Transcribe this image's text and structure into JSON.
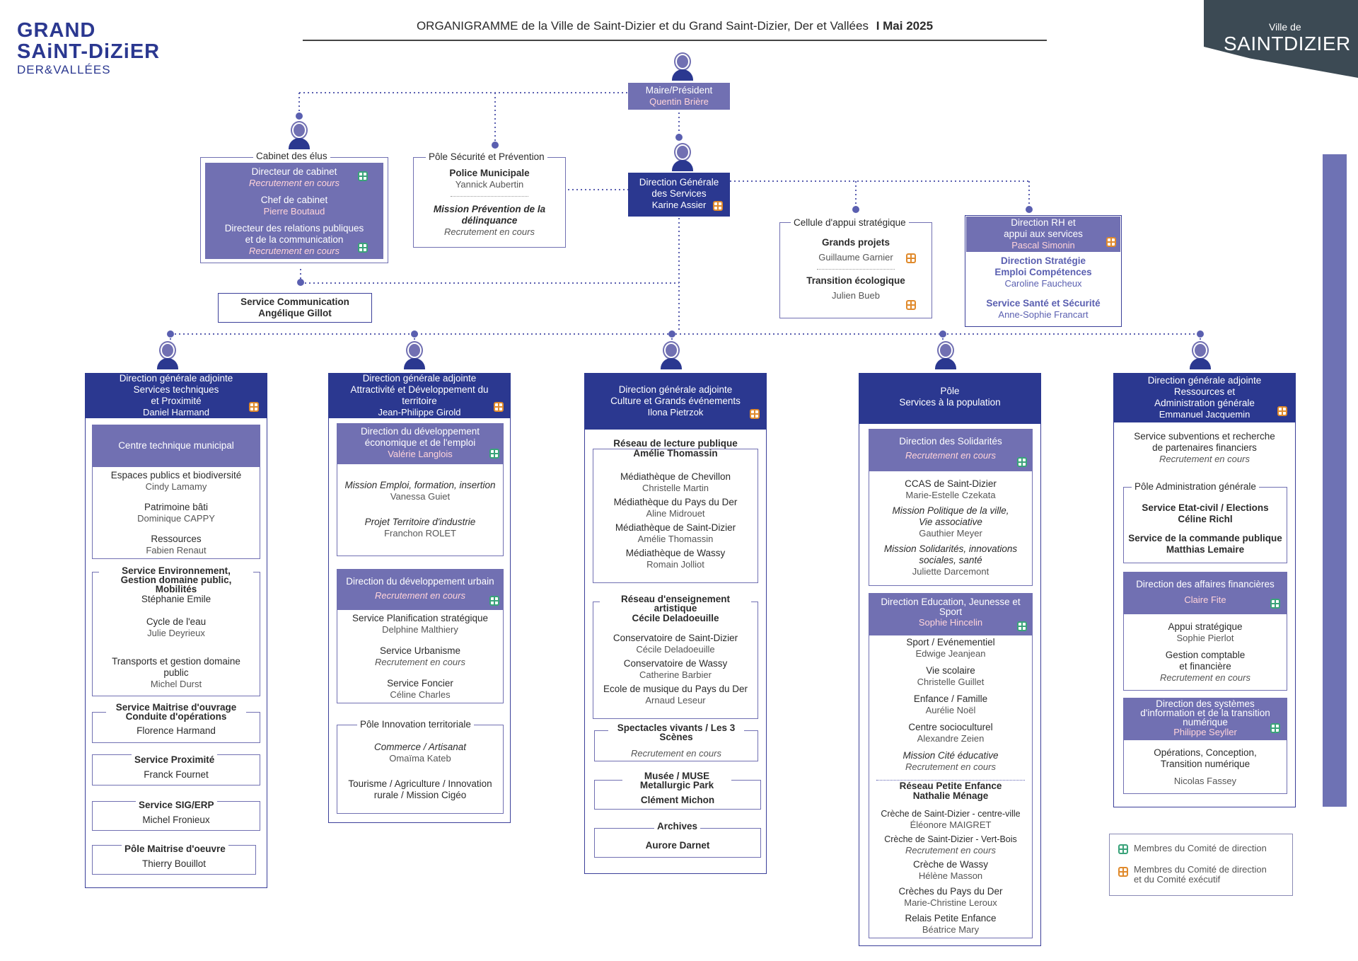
{
  "header": {
    "logo_left": {
      "line1": "GRAND",
      "line2": "SAiNT-DiZiER",
      "line3": "DER&VALLÉES"
    },
    "title": "ORGANIGRAMME de la Ville de Saint-Dizier et du Grand Saint-Dizier, Der et Vallées",
    "date": "I Mai 2025",
    "logo_right": {
      "small": "Ville de",
      "big": "SAINTDIZIER"
    }
  },
  "top": {
    "maire": {
      "role": "Maire/Président",
      "name": "Quentin Brière"
    },
    "dgs": {
      "role1": "Direction Générale",
      "role2": "des Services",
      "name": "Karine Assier"
    }
  },
  "cabinet": {
    "title": "Cabinet des élus",
    "items": [
      {
        "role": "Directeur de cabinet",
        "name": "Recrutement en cours"
      },
      {
        "role": "Chef de cabinet",
        "name": "Pierre Boutaud"
      },
      {
        "role1": "Directeur des relations publiques",
        "role2": "et de la communication",
        "name": "Recrutement en cours"
      }
    ]
  },
  "communication": {
    "title": "Service Communication",
    "name": "Angélique Gillot"
  },
  "securite": {
    "title": "Pôle Sécurité et Prévention",
    "police": "Police Municipale",
    "police_name": "Yannick Aubertin",
    "mission1": "Mission Prévention de la",
    "mission2": "délinquance",
    "mission_name": "Recrutement en cours"
  },
  "cellule": {
    "title": "Cellule d'appui stratégique",
    "p1": "Grands projets",
    "p1_name": "Guillaume Garnier",
    "p2": "Transition écologique",
    "p2_name": "Julien Bueb"
  },
  "rh": {
    "h1": "Direction RH et",
    "h2": "appui aux services",
    "h_name": "Pascal Simonin",
    "d1a": "Direction Stratégie",
    "d1b": "Emploi Compétences",
    "d1_name": "Caroline Faucheux",
    "d2": "Service Santé et Sécurité",
    "d2_name": "Anne-Sophie Francart"
  },
  "col1": {
    "h1": "Direction générale adjointe",
    "h2": "Services techniques",
    "h3": "et Proximité",
    "name": "Daniel Harmand",
    "ctm": "Centre technique municipal",
    "ctm_items": [
      {
        "t": "Espaces publics et biodiversité",
        "n": "Cindy Lamamy"
      },
      {
        "t": "Patrimoine bâti",
        "n": "Dominique CAPPY"
      },
      {
        "t": "Ressources",
        "n": "Fabien Renaut"
      }
    ],
    "env1": "Service Environnement,",
    "env2": "Gestion domaine public,",
    "env3": "Mobilités",
    "env_name": "Stéphanie Emile",
    "env_items": [
      {
        "t": "Cycle de l'eau",
        "n": "Julie Deyrieux"
      },
      {
        "t1": "Transports et gestion domaine",
        "t2": "public",
        "n": "Michel Durst"
      }
    ],
    "moa1": "Service Maitrise d'ouvrage",
    "moa2": "Conduite d'opérations",
    "moa_name": "Florence Harmand",
    "prox": "Service Proximité",
    "prox_name": "Franck Fournet",
    "sig": "Service SIG/ERP",
    "sig_name": "Michel Fronieux",
    "moe": "Pôle Maitrise d'oeuvre",
    "moe_name": "Thierry Bouillot"
  },
  "col2": {
    "h1": "Direction générale adjointe",
    "h2": "Attractivité et Développement du",
    "h3": "territoire",
    "name": "Jean-Philippe Girold",
    "dde1": "Direction du développement",
    "dde2": "économique et de l'emploi",
    "dde_name": "Valérie Langlois",
    "dde_items": [
      {
        "t": "Mission Emploi, formation, insertion",
        "n": "Vanessa Guiet"
      },
      {
        "t": "Projet Territoire d'industrie",
        "n": "Franchon ROLET"
      }
    ],
    "ddu": "Direction du développement urbain",
    "ddu_name": "Recrutement en cours",
    "ddu_items": [
      {
        "t": "Service Planification stratégique",
        "n": "Delphine Malthiery"
      },
      {
        "t": "Service Urbanisme",
        "n": "Recrutement en cours"
      },
      {
        "t": "Service Foncier",
        "n": "Céline Charles"
      }
    ],
    "pit": "Pôle Innovation territoriale",
    "pit_items": [
      {
        "t": "Commerce / Artisanat",
        "n": "Omaïma Kateb"
      },
      {
        "t1": "Tourisme / Agriculture / Innovation",
        "t2": "rurale / Mission Cigéo"
      }
    ]
  },
  "col3": {
    "h1": "Direction générale adjointe",
    "h2": "Culture et Grands événements",
    "name": "Ilona Pietrzok",
    "rlp": "Réseau de lecture publique",
    "rlp_name": "Amélie Thomassin",
    "rlp_items": [
      {
        "t": "Médiathèque de Chevillon",
        "n": "Christelle Martin"
      },
      {
        "t": "Médiathèque du Pays du Der",
        "n": "Aline Midrouet"
      },
      {
        "t": "Médiathèque de Saint-Dizier",
        "n": "Amélie Thomassin"
      },
      {
        "t": "Médiathèque de Wassy",
        "n": "Romain Jolliot"
      }
    ],
    "rea1": "Réseau d'enseignement",
    "rea2": "artistique",
    "rea_name": "Cécile Deladoeuille",
    "rea_items": [
      {
        "t": "Conservatoire de Saint-Dizier",
        "n": "Cécile Deladoeuille"
      },
      {
        "t": "Conservatoire de Wassy",
        "n": "Catherine Barbier"
      },
      {
        "t": "Ecole de musique du Pays du Der",
        "n": "Arnaud Leseur"
      }
    ],
    "spec1": "Spectacles vivants / Les 3",
    "spec2": "Scènes",
    "spec_name": "Recrutement en cours",
    "mus1": "Musée / MUSE",
    "mus2": "Metallurgic Park",
    "mus_name": "Clément Michon",
    "arch": "Archives",
    "arch_name": "Aurore Darnet"
  },
  "col4": {
    "h1": "Pôle",
    "h2": "Services à la population",
    "sol": "Direction des Solidarités",
    "sol_name": "Recrutement en cours",
    "sol_items": [
      {
        "t": "CCAS de Saint-Dizier",
        "n": "Marie-Estelle Czekata",
        "i": false
      },
      {
        "t1": "Mission Politique de la ville,",
        "t2": "Vie associative",
        "n": "Gauthier Meyer",
        "i": true
      },
      {
        "t1": "Mission Solidarités, innovations",
        "t2": "sociales, santé",
        "n": "Juliette Darcemont",
        "i": true
      }
    ],
    "edu1": "Direction Education, Jeunesse et",
    "edu2": "Sport",
    "edu_name": "Sophie Hincelin",
    "edu_items": [
      {
        "t": "Sport / Evénementiel",
        "n": "Edwige Jeanjean"
      },
      {
        "t": "Vie scolaire",
        "n": "Christelle Guillet"
      },
      {
        "t": "Enfance / Famille",
        "n": "Aurélie Noël"
      },
      {
        "t": "Centre socioculturel",
        "n": "Alexandre Zeien"
      }
    ],
    "mce": "Mission Cité éducative",
    "mce_name": "Recrutement en cours",
    "rpe": "Réseau Petite Enfance",
    "rpe_name": "Nathalie Ménage",
    "rpe_items": [
      {
        "t": "Crèche de Saint-Dizier - centre-ville",
        "n": "Éléonore MAIGRET"
      },
      {
        "t": "Crèche de Saint-Dizier - Vert-Bois",
        "n": "Recrutement en cours"
      },
      {
        "t": "Crèche de Wassy",
        "n": "Hélène Masson"
      },
      {
        "t": "Crèches du Pays du Der",
        "n": "Marie-Christine Leroux"
      },
      {
        "t": "Relais Petite Enfance",
        "n": "Béatrice Mary"
      }
    ]
  },
  "col5": {
    "h1": "Direction générale adjointe",
    "h2": "Ressources et",
    "h3": "Administration générale",
    "name": "Emmanuel Jacquemin",
    "svc1": "Service subventions et recherche",
    "svc2": "de partenaires financiers",
    "svc_name": "Recrutement en cours",
    "pag": "Pôle Administration générale",
    "pag_items": [
      {
        "t": "Service Etat-civil / Elections",
        "n": "Céline Richl"
      },
      {
        "t": "Service de la commande publique",
        "n": "Matthias Lemaire"
      }
    ],
    "daf": "Direction des affaires financières",
    "daf_name": "Claire Fite",
    "daf_items": [
      {
        "t": "Appui stratégique",
        "n": "Sophie Pierlot"
      },
      {
        "t1": "Gestion comptable",
        "t2": "et financière",
        "n": "Recrutement en cours"
      }
    ],
    "dsi1": "Direction des systèmes",
    "dsi2": "d'information et de la transition",
    "dsi3": "numérique",
    "dsi_name": "Philippe Seyller",
    "ops1": "Opérations, Conception,",
    "ops2": "Transition numérique",
    "ops_name": "Nicolas Fassey"
  },
  "legend": {
    "item1": "Membres du Comité de direction",
    "item2a": "Membres du Comité de direction",
    "item2b": "et du Comité exécutif"
  },
  "colors": {
    "navy": "#2b3890",
    "lilac": "#7170b2",
    "green": "#3aa37a",
    "orange": "#e08a2c",
    "sidebar": "#6e72b4"
  }
}
